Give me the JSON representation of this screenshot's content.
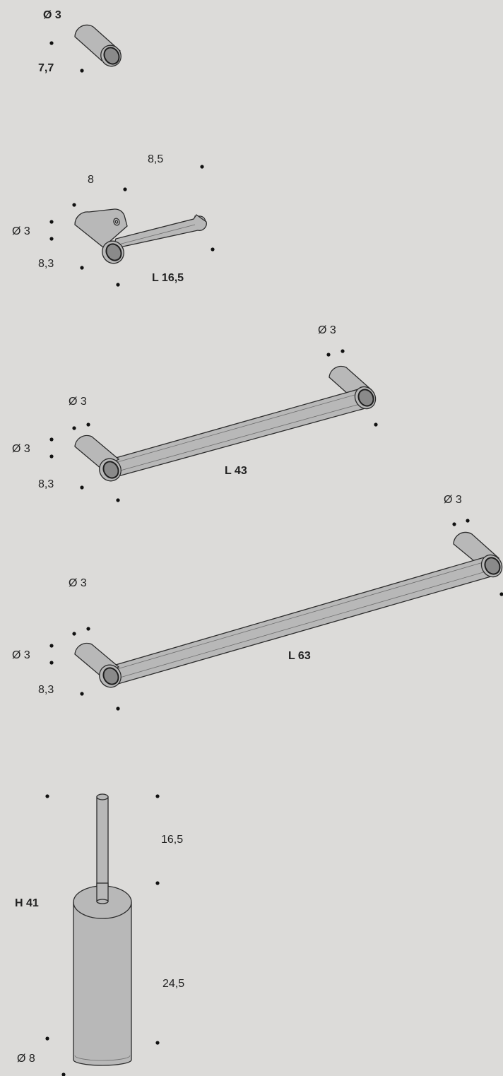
{
  "colors": {
    "background": "#dcdbd9",
    "metal": "#b8b8b8",
    "end_cap": "#8a8a8a",
    "line": "#2b2b2b"
  },
  "hook": {
    "diameter": "Ø 3",
    "length": "7,7"
  },
  "paper_holder": {
    "dim_a": "8,5",
    "dim_b": "8",
    "diameter": "Ø 3",
    "depth": "8,3",
    "length": "L 16,5"
  },
  "towel_bar_43": {
    "diameter_right": "Ø 3",
    "diameter_top": "Ø 3",
    "diameter_left": "Ø 3",
    "depth": "8,3",
    "length": "L 43"
  },
  "towel_bar_63": {
    "diameter_right": "Ø 3",
    "diameter_top": "Ø 3",
    "diameter_left": "Ø 3",
    "depth": "8,3",
    "length": "L 63"
  },
  "toilet_brush": {
    "handle_height": "16,5",
    "total_height": "H 41",
    "body_height": "24,5",
    "diameter": "Ø 8"
  }
}
